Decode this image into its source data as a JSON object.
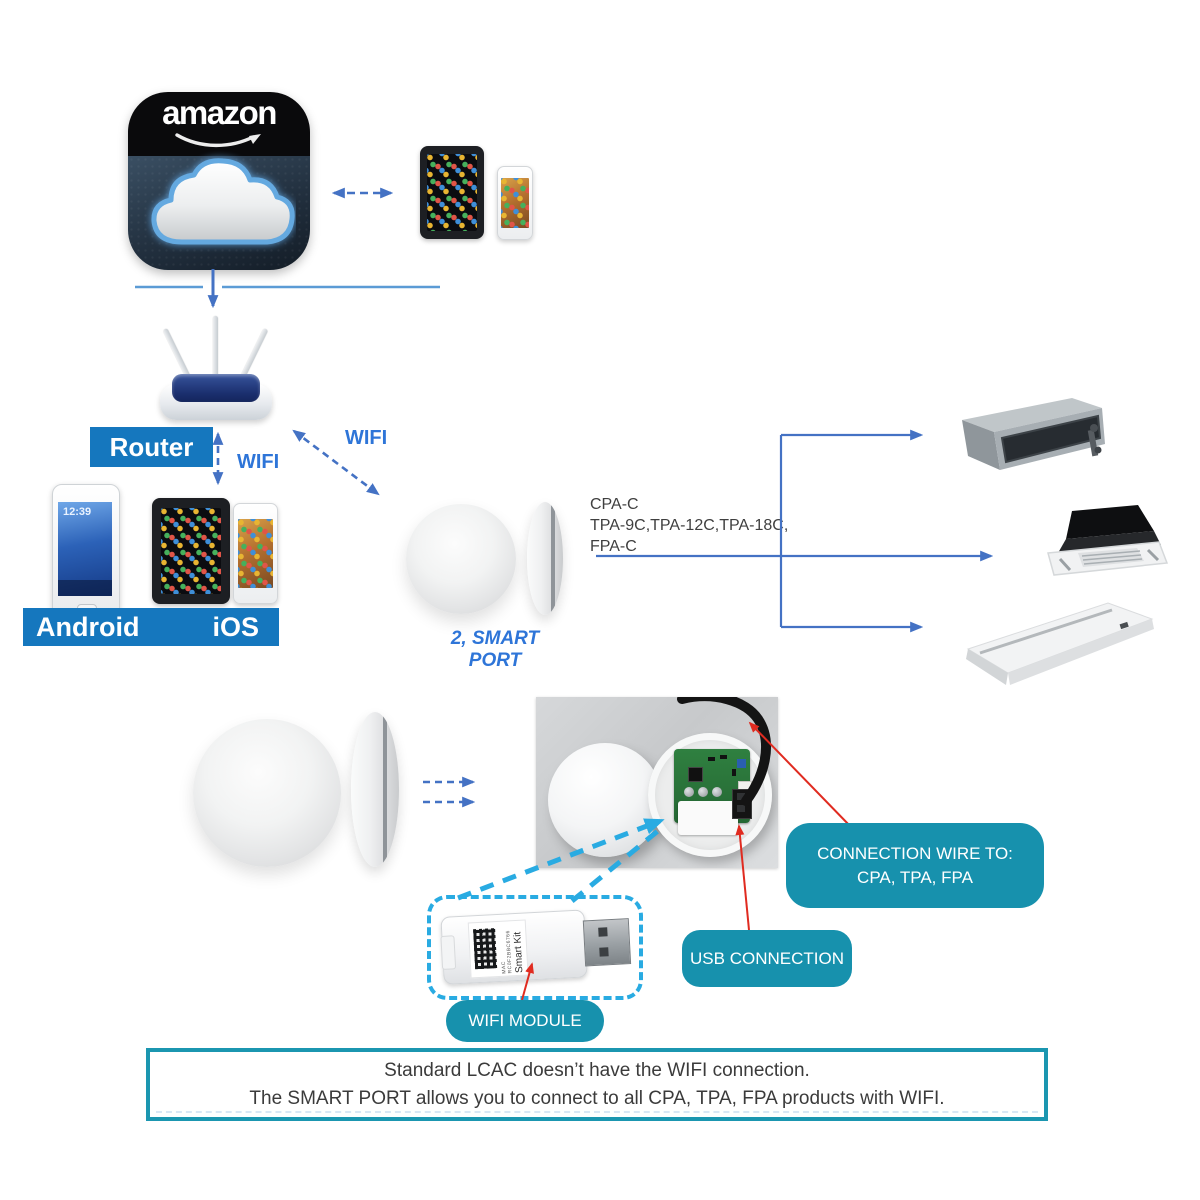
{
  "scene": {
    "amazon": {
      "brand": "amazon"
    },
    "labels": {
      "router": "Router",
      "wifi_vertical": "WIFI",
      "wifi_diagonal": "WIFI",
      "android": "Android",
      "ios": "iOS",
      "smart_port_caption": "2, SMART PORT",
      "samsung_clock": "12:39"
    },
    "models": {
      "line1": "CPA-C",
      "line2": "TPA-9C,TPA-12C,TPA-18C,",
      "line3": "FPA-C"
    },
    "callouts": {
      "connection_wire_line1": "CONNECTION WIRE TO:",
      "connection_wire_line2": "CPA, TPA, FPA",
      "usb_connection": "USB CONNECTION",
      "wifi_module": "WIFI MODULE"
    },
    "usb_stick": {
      "label": "Smart Kit",
      "mac_label": "MAC RC0F2BBC6766"
    },
    "note": {
      "line1": "Standard LCAC doesn’t have the WIFI connection.",
      "line2": "The SMART PORT allows you to connect to all CPA, TPA, FPA products with WIFI."
    },
    "colors": {
      "banner_blue": "#1577BE",
      "arrow_blue": "#4472C4",
      "line_blue": "#5B9BD5",
      "wifi_text_blue": "#2E75D8",
      "callout_teal": "#1791AD",
      "note_border_teal": "#1B96B0",
      "red_arrow": "#E02B20",
      "cyan_dashed": "#29ABE2"
    }
  }
}
